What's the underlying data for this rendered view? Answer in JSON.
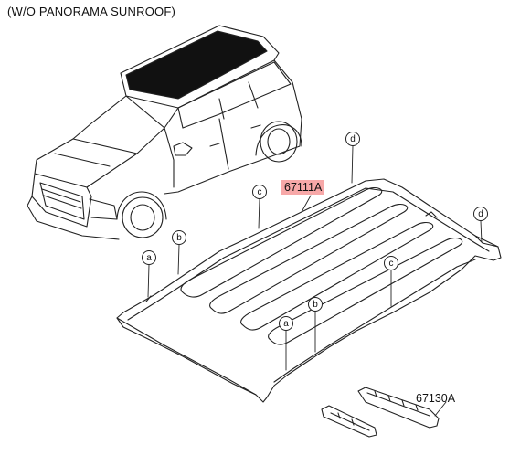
{
  "caption": "(W/O PANORAMA SUNROOF)",
  "parts": {
    "roof_panel": "67111A",
    "roof_rail": "67130A"
  },
  "references": [
    "a",
    "b",
    "c",
    "d",
    "d",
    "c",
    "a",
    "b"
  ]
}
